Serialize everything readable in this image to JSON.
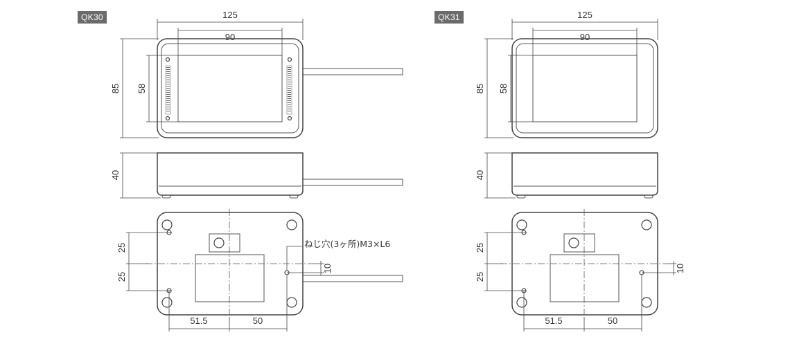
{
  "models": [
    {
      "label": "QK30",
      "dims": {
        "width": "125",
        "lens_width": "90",
        "height": "85",
        "lens_height": "58",
        "depth": "40",
        "hole_top": "25",
        "hole_bottom": "25",
        "hole_x_left": "51.5",
        "hole_x_right": "50",
        "hole_offset": "10"
      },
      "screw_note": "ねじ穴(3ヶ所)M3×L6"
    },
    {
      "label": "QK31",
      "dims": {
        "width": "125",
        "lens_width": "90",
        "height": "85",
        "lens_height": "58",
        "depth": "40",
        "hole_top": "25",
        "hole_bottom": "25",
        "hole_x_left": "51.5",
        "hole_x_right": "50",
        "hole_offset": "10"
      }
    }
  ]
}
